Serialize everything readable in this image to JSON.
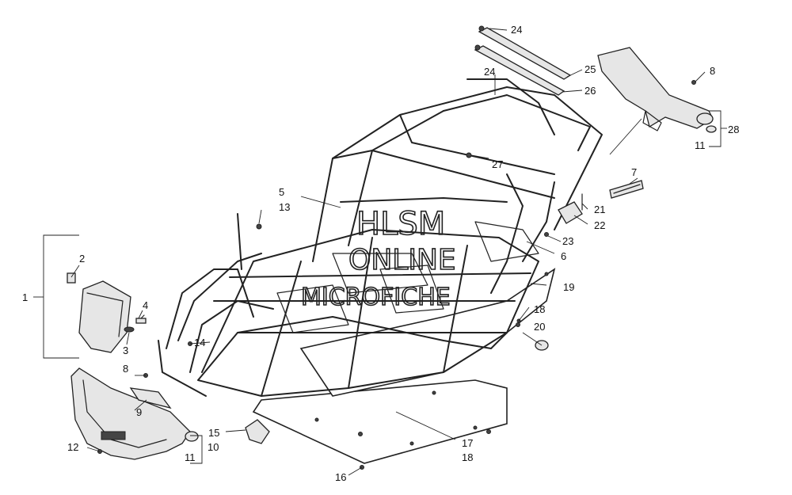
{
  "watermark": {
    "line1": "HLSM",
    "line2": "ONLINE",
    "line3": "MICROFICHE"
  },
  "callouts": [
    {
      "id": "c1",
      "text": "1"
    },
    {
      "id": "c2",
      "text": "2"
    },
    {
      "id": "c3",
      "text": "3"
    },
    {
      "id": "c4",
      "text": "4"
    },
    {
      "id": "c5",
      "text": "5"
    },
    {
      "id": "c6",
      "text": "6"
    },
    {
      "id": "c7",
      "text": "7"
    },
    {
      "id": "c8a",
      "text": "8"
    },
    {
      "id": "c8b",
      "text": "8"
    },
    {
      "id": "c9",
      "text": "9"
    },
    {
      "id": "c10",
      "text": "10"
    },
    {
      "id": "c11a",
      "text": "11"
    },
    {
      "id": "c11b",
      "text": "11"
    },
    {
      "id": "c12",
      "text": "12"
    },
    {
      "id": "c13",
      "text": "13"
    },
    {
      "id": "c14",
      "text": "14"
    },
    {
      "id": "c15",
      "text": "15"
    },
    {
      "id": "c16",
      "text": "16"
    },
    {
      "id": "c17",
      "text": "17"
    },
    {
      "id": "c18a",
      "text": "18"
    },
    {
      "id": "c18b",
      "text": "18"
    },
    {
      "id": "c19",
      "text": "19"
    },
    {
      "id": "c20",
      "text": "20"
    },
    {
      "id": "c21",
      "text": "21"
    },
    {
      "id": "c22",
      "text": "22"
    },
    {
      "id": "c23",
      "text": "23"
    },
    {
      "id": "c24a",
      "text": "24"
    },
    {
      "id": "c24b",
      "text": "24"
    },
    {
      "id": "c25",
      "text": "25"
    },
    {
      "id": "c26",
      "text": "26"
    },
    {
      "id": "c27",
      "text": "27"
    },
    {
      "id": "c28",
      "text": "28"
    }
  ]
}
